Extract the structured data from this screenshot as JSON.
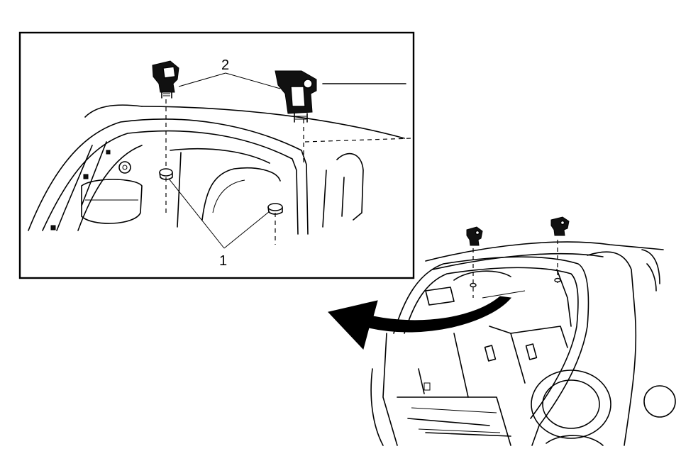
{
  "figure": {
    "callouts": [
      {
        "id": "1",
        "label": "1"
      },
      {
        "id": "2",
        "label": "2"
      }
    ],
    "colors": {
      "line": "#000000",
      "background": "#ffffff"
    }
  }
}
